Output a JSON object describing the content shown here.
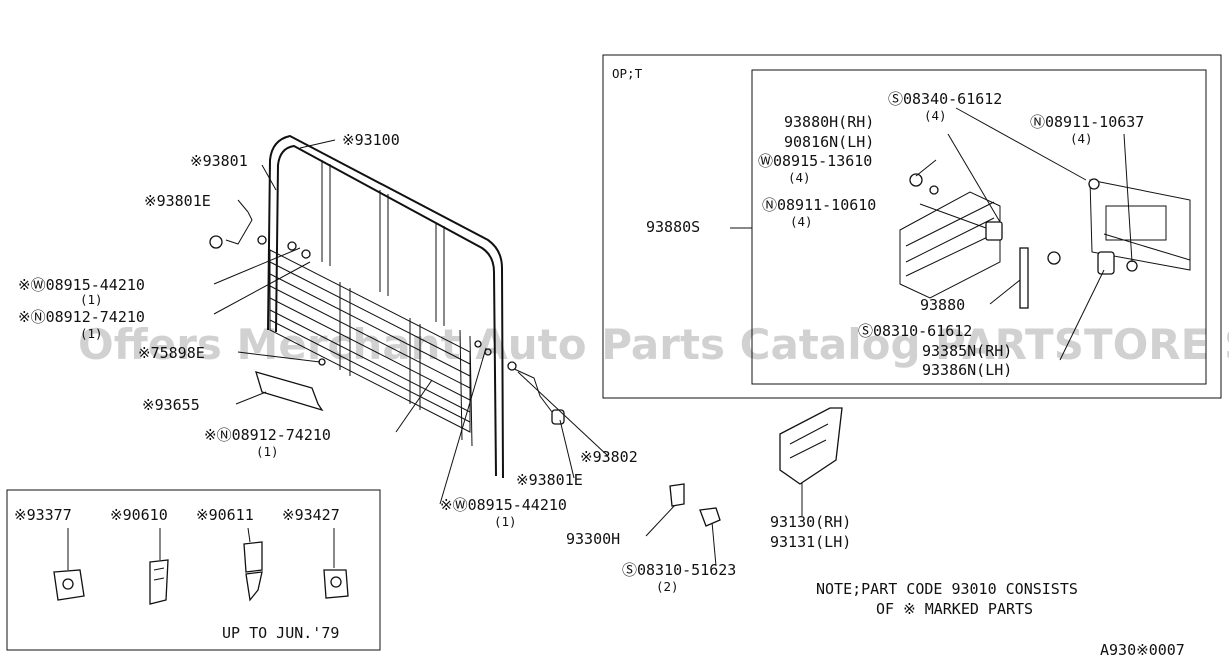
{
  "watermark": "Offers Merchant Auto Parts Catalog PARTSTORE SA",
  "labels": {
    "p93100": "※93100",
    "p93801": "※93801",
    "p93801E_top": "※93801E",
    "w08915_left": "※Ⓦ08915-44210",
    "w08915_left_qty": "(1)",
    "n08912_left": "※Ⓝ08912-74210",
    "n08912_left_qty": "(1)",
    "p75898E": "※75898E",
    "p93655": "※93655",
    "n08912_mid": "※Ⓝ08912-74210",
    "n08912_mid_qty": "(1)",
    "p93802": "※93802",
    "p93801E_bottom": "※93801E",
    "w08915_bottom": "※Ⓦ08915-44210",
    "w08915_bottom_qty": "(1)",
    "p93300H": "93300H",
    "s08310": "Ⓢ08310-51623",
    "s08310_qty": "(2)",
    "p93130": "93130(RH)",
    "p93131": "93131(LH)",
    "note_line1": "NOTE;PART CODE 93010 CONSISTS",
    "note_line2": "OF ※ MARKED PARTS",
    "code": "A930※0007"
  },
  "option_box": {
    "title": "OP;T",
    "s08340": "Ⓢ08340-61612",
    "s08340_qty": "(4)",
    "p93880H": "93880H(RH)",
    "p90816N": "90816N(LH)",
    "n08911_a": "Ⓝ08911-10637",
    "n08911_a_qty": "(4)",
    "w08915": "Ⓦ08915-13610",
    "w08915_qty": "(4)",
    "n08911_b": "Ⓝ08911-10610",
    "n08911_b_qty": "(4)",
    "p93880S": "93880S",
    "p93880": "93880",
    "p93386_partial": "Ⓢ08310-61612",
    "p93385N": "93385N(RH)",
    "p93386N": "93386N(LH)"
  },
  "inset_box": {
    "items": [
      "※93377",
      "※90610",
      "※90611",
      "※93427"
    ],
    "caption": "UP TO JUN.'79"
  }
}
